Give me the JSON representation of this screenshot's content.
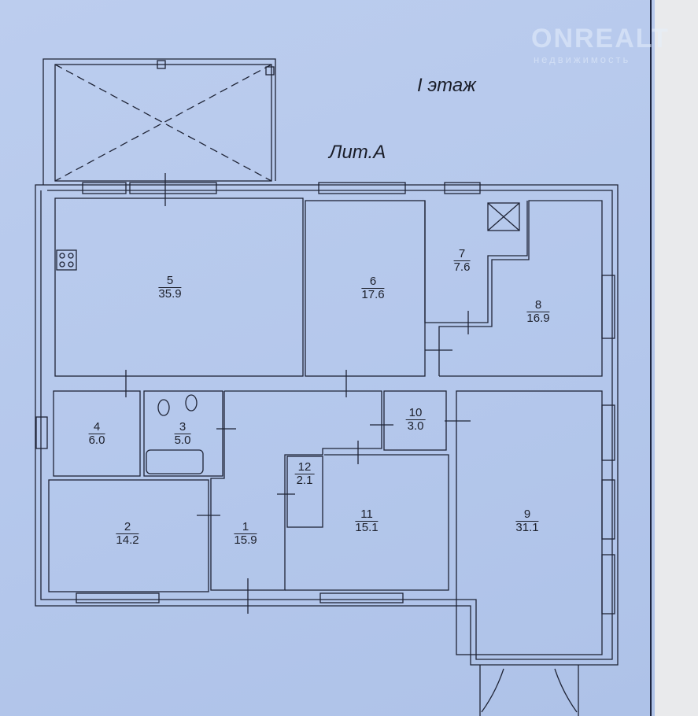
{
  "header": {
    "floor_title": "I этаж",
    "building_letter": "Лит.А"
  },
  "watermark": {
    "brand": "ONREALT",
    "tagline": "недвижимость"
  },
  "rooms": [
    {
      "number": "1",
      "area": "15.9"
    },
    {
      "number": "2",
      "area": "14.2"
    },
    {
      "number": "3",
      "area": "5.0"
    },
    {
      "number": "4",
      "area": "6.0"
    },
    {
      "number": "5",
      "area": "35.9"
    },
    {
      "number": "6",
      "area": "17.6"
    },
    {
      "number": "7",
      "area": "7.6"
    },
    {
      "number": "8",
      "area": "16.9"
    },
    {
      "number": "9",
      "area": "31.1"
    },
    {
      "number": "10",
      "area": "3.0"
    },
    {
      "number": "11",
      "area": "15.1"
    },
    {
      "number": "12",
      "area": "2.1"
    }
  ]
}
